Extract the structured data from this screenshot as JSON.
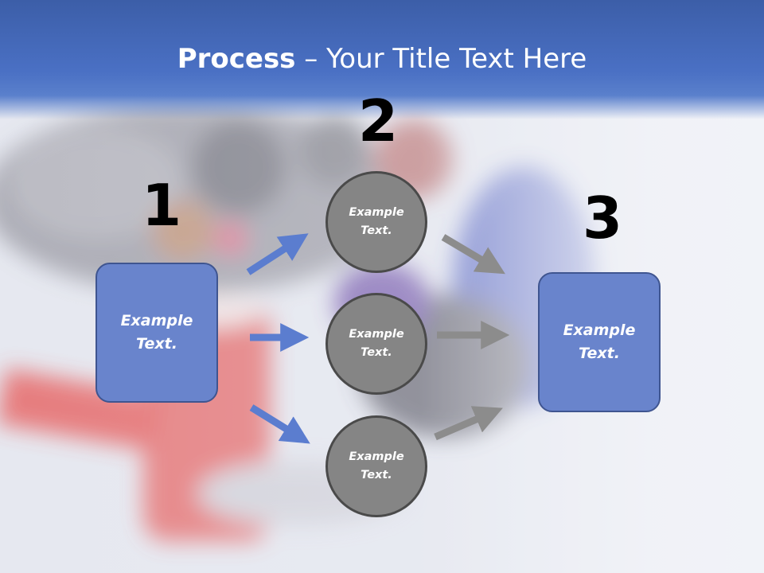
{
  "title": {
    "bold": "Process",
    "rest": " – Your Title Text Here"
  },
  "steps": {
    "one": "1",
    "two": "2",
    "three": "3"
  },
  "nodes": {
    "left": "Example\nText.",
    "mid_top": "Example\nText.",
    "mid_center": "Example\nText.",
    "mid_bottom": "Example\nText.",
    "right": "Example\nText."
  },
  "colors": {
    "header": "#4a70c4",
    "box_fill": "#6984cc",
    "circle_fill": "#858585",
    "arrow_blue": "#5b7dcf",
    "arrow_gray": "#8c8c8c"
  }
}
